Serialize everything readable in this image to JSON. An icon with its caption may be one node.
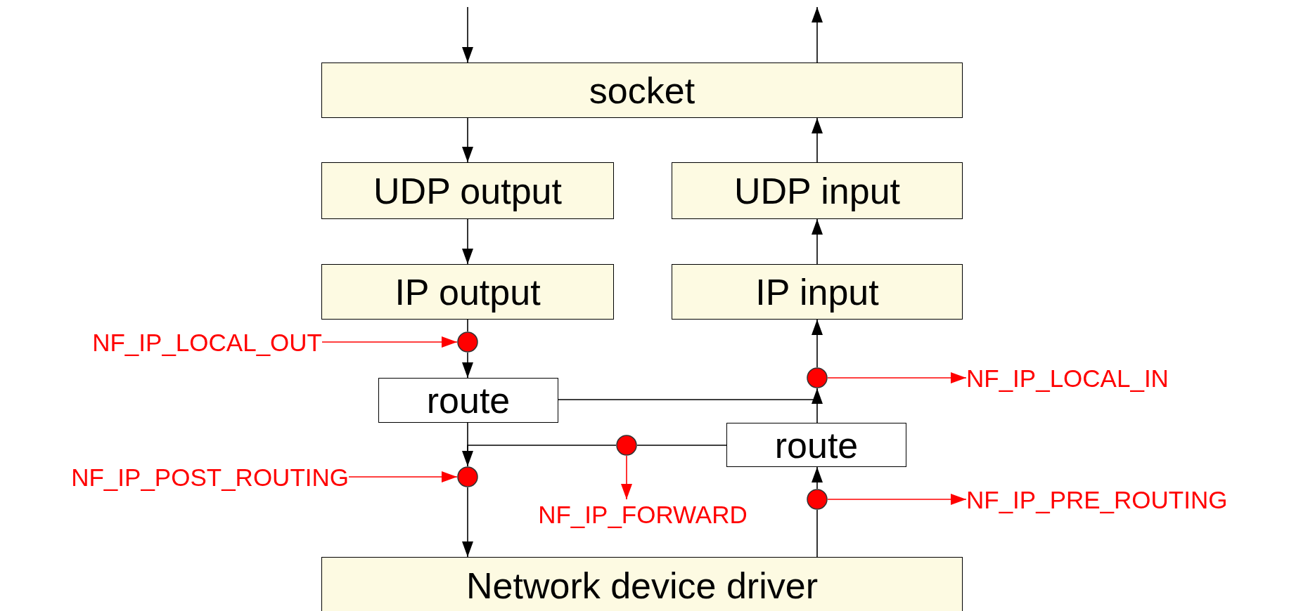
{
  "diagram": {
    "nodes": [
      {
        "text": [
          "socket"
        ]
      },
      {
        "text": [
          "UDP output"
        ]
      },
      {
        "text": [
          "UDP input"
        ]
      },
      {
        "text": [
          "IP output"
        ]
      },
      {
        "text": [
          "IP input"
        ]
      },
      {
        "text": [
          "NF_IP_LOCAL_OUT"
        ]
      },
      {
        "text": [],
        "shape": "circle"
      },
      {
        "text": [],
        "shape": "circle"
      },
      {
        "text": [
          "NF_IP_LOCAL_IN"
        ]
      },
      {
        "text": [
          "route"
        ]
      },
      {
        "text": [
          "route"
        ]
      },
      {
        "text": [],
        "shape": "circle"
      },
      {
        "text": [
          "NF_IP_POST_ROUTING"
        ]
      },
      {
        "text": [],
        "shape": "circle"
      },
      {
        "text": [
          "NF_IP_FORWARD"
        ]
      },
      {
        "text": [],
        "shape": "circle"
      },
      {
        "text": [
          "NF_IP_PRE_ROUTING"
        ]
      },
      {
        "text": [
          "Network device driver"
        ]
      }
    ],
    "edges": [
      {
        "from": null,
        "to": 0,
        "arrow": "to"
      },
      {
        "from": 0,
        "to": null,
        "arrow": "to"
      },
      {
        "from": 0,
        "to": 1,
        "arrow": "to"
      },
      {
        "from": 1,
        "to": 3,
        "arrow": "to"
      },
      {
        "from": 3,
        "to": 6,
        "arrow": "none"
      },
      {
        "from": 6,
        "to": 9,
        "arrow": "to"
      },
      {
        "from": 9,
        "to": 13,
        "arrow": "none"
      },
      {
        "from": 13,
        "to": 17,
        "arrow": "to"
      },
      {
        "from": 17,
        "to": 15,
        "arrow": "none"
      },
      {
        "from": 15,
        "to": 10,
        "arrow": "to"
      },
      {
        "from": 10,
        "to": 7,
        "arrow": "none"
      },
      {
        "from": 7,
        "to": 4,
        "arrow": "to"
      },
      {
        "from": 4,
        "to": 2,
        "arrow": "to"
      },
      {
        "from": 2,
        "to": 0,
        "arrow": "to"
      },
      {
        "from": 9,
        "to": 7,
        "arrow": "to"
      },
      {
        "from": 10,
        "to": 11,
        "arrow": "none"
      },
      {
        "from": 11,
        "to": 13,
        "arrow": "to"
      },
      {
        "from": 5,
        "to": 6,
        "arrow": "to",
        "color": "#ff0000"
      },
      {
        "from": 7,
        "to": 8,
        "arrow": "to",
        "color": "#ff0000"
      },
      {
        "from": 12,
        "to": 13,
        "arrow": "to",
        "color": "#ff0000"
      },
      {
        "from": 11,
        "to": 14,
        "arrow": "to",
        "color": "#ff0000"
      },
      {
        "from": 15,
        "to": 16,
        "arrow": "to",
        "color": "#ff0000"
      }
    ]
  }
}
